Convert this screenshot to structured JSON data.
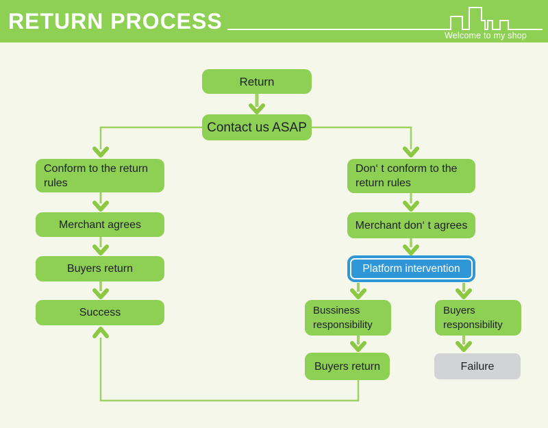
{
  "header": {
    "title": "RETURN PROCESS",
    "tagline": "Welcome to my shop"
  },
  "nodes": {
    "return": "Return",
    "contact": "Contact us ASAP",
    "conform": "Conform to the return rules",
    "merchant_agrees": "Merchant agrees",
    "buyers_return_left": "Buyers return",
    "success": "Success",
    "dont_conform": "Don‘ t conform to the return rules",
    "merchant_dont_agrees": "Merchant don‘ t agrees",
    "platform": "Platform intervention",
    "bussiness_resp": "Bussiness responsibility",
    "buyers_resp": "Buyers responsibility",
    "buyers_return_right": "Buyers return",
    "failure": "Failure"
  },
  "colors": {
    "header_green": "#8ed053",
    "node_green": "#8ed053",
    "node_blue": "#2f97d8",
    "node_gray": "#d2d3d4",
    "connector_green": "#9ed164",
    "arrow_green": "#8cc843",
    "background": "#f5f7ea",
    "text_dark": "#1e1e28",
    "text_white": "#ffffff"
  }
}
